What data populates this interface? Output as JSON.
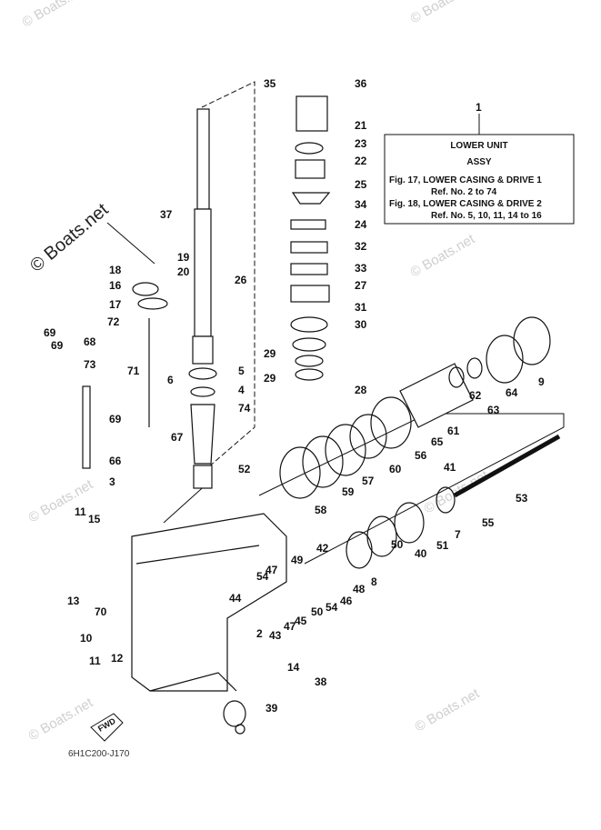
{
  "watermark": "© Boats.net",
  "drawing_code": "6H1C200-J170",
  "fwd_label": "FWD",
  "assy_box": {
    "ref": "1",
    "title": "LOWER UNIT",
    "subtitle": "ASSY",
    "lines": [
      "Fig. 17, LOWER CASING & DRIVE 1",
      "Ref. No. 2 to 74",
      "Fig. 18, LOWER CASING & DRIVE 2",
      "Ref. No. 5, 10, 11, 14 to 16"
    ]
  },
  "callouts": [
    "35",
    "36",
    "21",
    "23",
    "22",
    "25",
    "34",
    "24",
    "32",
    "33",
    "27",
    "31",
    "30",
    "29",
    "29",
    "28",
    "37",
    "19",
    "18",
    "20",
    "16",
    "26",
    "17",
    "72",
    "69",
    "68",
    "69",
    "73",
    "71",
    "6",
    "5",
    "4",
    "74",
    "67",
    "69",
    "66",
    "3",
    "52",
    "41",
    "53",
    "55",
    "58",
    "59",
    "57",
    "60",
    "56",
    "65",
    "61",
    "62",
    "63",
    "64",
    "9",
    "11",
    "15",
    "13",
    "70",
    "44",
    "47",
    "54",
    "49",
    "42",
    "46",
    "8",
    "40",
    "51",
    "7",
    "50",
    "48",
    "54",
    "50",
    "45",
    "47",
    "43",
    "2",
    "10",
    "11",
    "12",
    "14",
    "38",
    "39"
  ]
}
